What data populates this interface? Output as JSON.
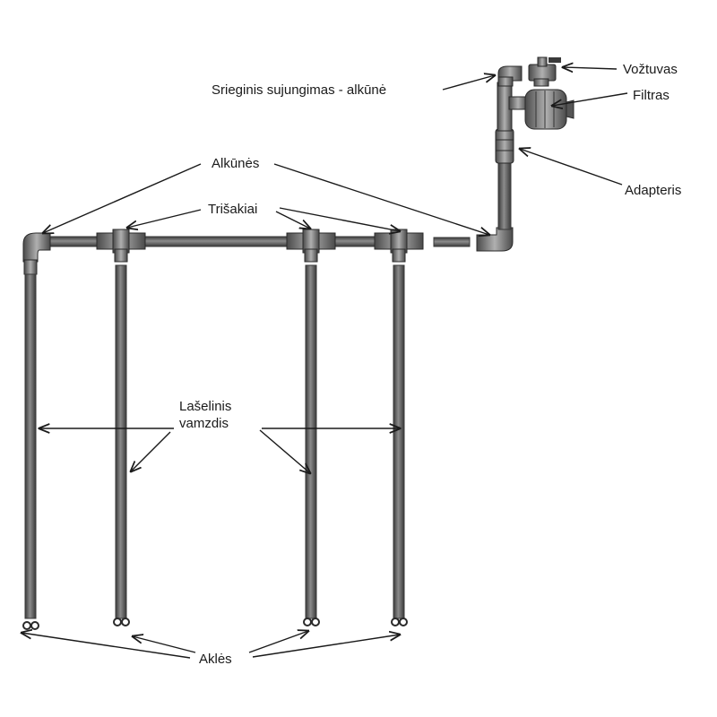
{
  "labels": {
    "valve": "Vožtuvas",
    "threaded_elbow": "Srieginis sujungimas - alkūnė",
    "filter": "Filtras",
    "adapter": "Adapteris",
    "elbows": "Alkūnės",
    "tees": "Trišakiai",
    "drip_line_1": "Lašelinis",
    "drip_line_2": "vamzdis",
    "caps": "Aklės"
  },
  "colors": {
    "pipe_dark": "#3d3d3d",
    "pipe_light": "#8a8a8a",
    "text": "#1a1a1a"
  }
}
